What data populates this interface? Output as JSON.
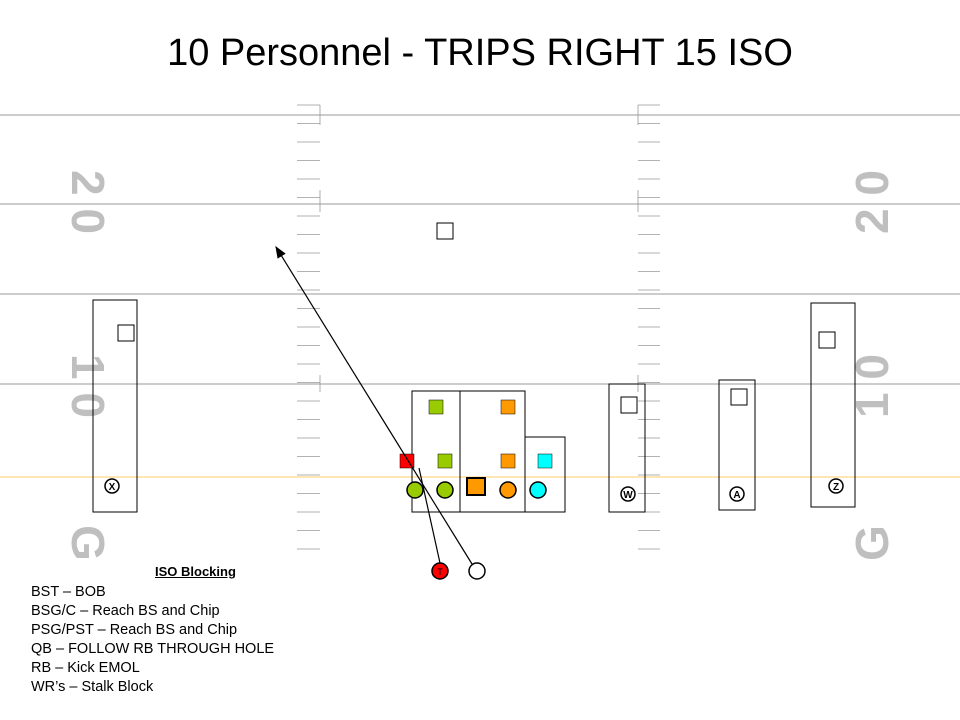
{
  "title": "10 Personnel - TRIPS RIGHT 15 ISO",
  "field": {
    "yard_20_left": "2 0",
    "yard_10_left": "1 0",
    "goal_left": "G",
    "yard_20_right": "2 0",
    "yard_10_right": "1 0",
    "goal_right": "G"
  },
  "players": {
    "x": "X",
    "w": "W",
    "a": "A",
    "z": "Z",
    "rb": "T"
  },
  "colors": {
    "bst": "#ff0000",
    "bsg_c": "#99cc00",
    "psg_pst": "#ff9900",
    "te": "#00ffff",
    "yard_line": "#999999",
    "los": "#ffcc66"
  },
  "notes": {
    "heading": "ISO Blocking",
    "lines": [
      "BST – BOB",
      "BSG/C – Reach BS and Chip",
      "PSG/PST – Reach BS and Chip",
      "QB – FOLLOW RB THROUGH HOLE",
      "RB – Kick EMOL",
      "WR’s – Stalk Block"
    ]
  }
}
